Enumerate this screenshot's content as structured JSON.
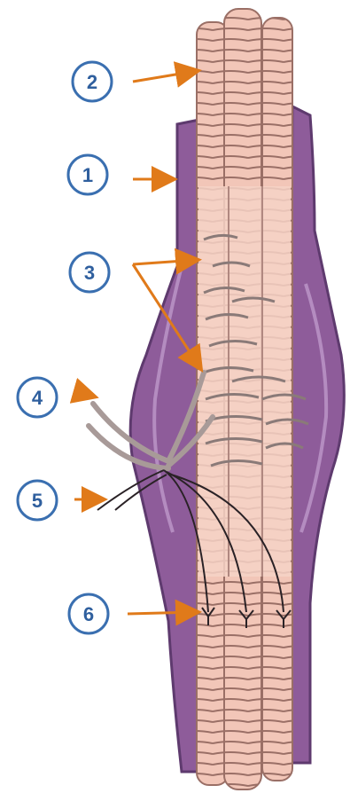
{
  "labels": [
    "1",
    "2",
    "3",
    "4",
    "5",
    "6"
  ],
  "colors": {
    "sheath": "#8e5c9a",
    "sheath_dark": "#5e3a6e",
    "sheath_light": "#b48cc0",
    "fiber": "#f2c6b8",
    "fiber_stripe": "#9a6f66",
    "label_circle": "#3a6fb0",
    "arrow": "#e07a1a"
  }
}
